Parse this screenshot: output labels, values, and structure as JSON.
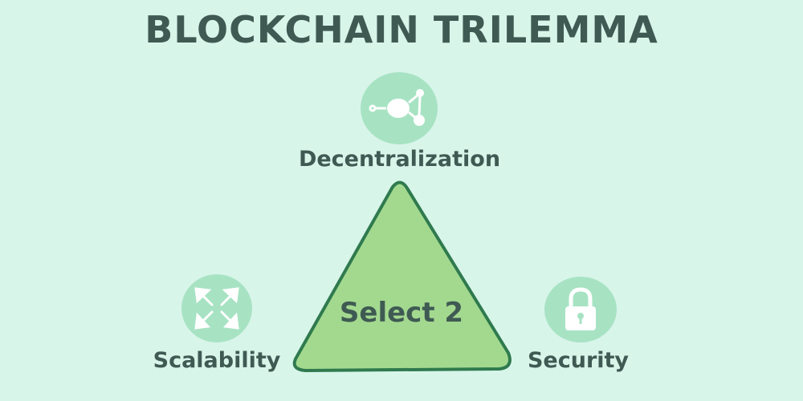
{
  "title": "BLOCKCHAIN TRILEMMA",
  "center_text": "Select 2",
  "nodes": [
    {
      "label": "Decentralization",
      "icon": "network-nodes-icon"
    },
    {
      "label": "Scalability",
      "icon": "expand-arrows-icon"
    },
    {
      "label": "Security",
      "icon": "padlock-icon"
    }
  ],
  "colors": {
    "background": "#d8f5ea",
    "text": "#3f5a53",
    "triangle_fill": "#a3d98f",
    "triangle_stroke": "#2f7a4e",
    "icon_bg": "#a7e3c3"
  }
}
